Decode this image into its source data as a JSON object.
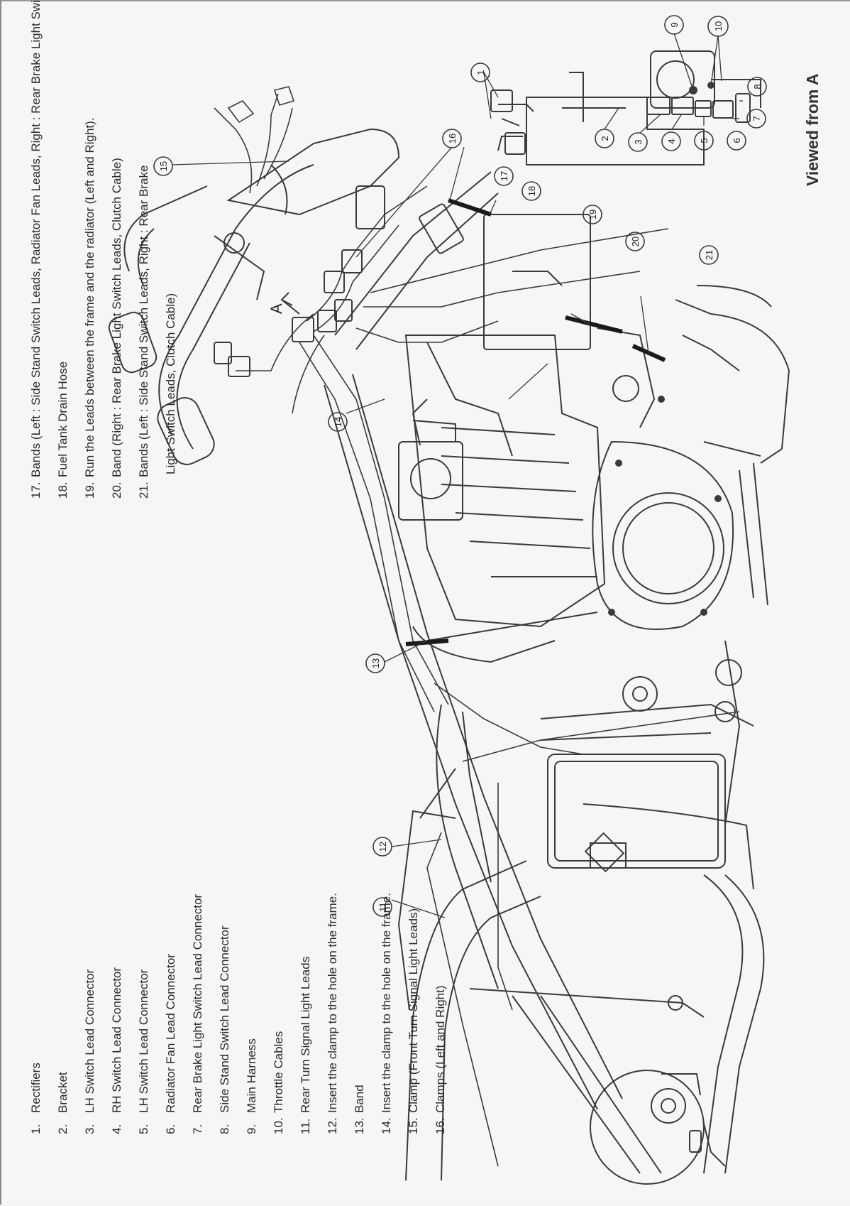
{
  "legend": [
    {
      "num": "1.",
      "text": "Rectifiers"
    },
    {
      "num": "2.",
      "text": "Bracket"
    },
    {
      "num": "3.",
      "text": "LH Switch Lead Connector"
    },
    {
      "num": "4.",
      "text": "RH Switch Lead Connector"
    },
    {
      "num": "5.",
      "text": "LH Switch Lead Connector"
    },
    {
      "num": "6.",
      "text": "Radiator Fan Lead Connector"
    },
    {
      "num": "7.",
      "text": "Rear Brake Light Switch Lead Connector"
    },
    {
      "num": "8.",
      "text": "Side Stand Switch Lead Connector"
    },
    {
      "num": "9.",
      "text": "Main Harness"
    },
    {
      "num": "10.",
      "text": "Throttle Cables"
    },
    {
      "num": "11.",
      "text": "Rear Turn Signal Light Leads"
    },
    {
      "num": "12.",
      "text": "Insert the clamp to the hole on the frame."
    },
    {
      "num": "13.",
      "text": "Band"
    },
    {
      "num": "14.",
      "text": "Insert the clamp to the hole on the frame."
    },
    {
      "num": "15.",
      "text": "Clamp (Front Turn Signal Light Leads)"
    },
    {
      "num": "16.",
      "text": "Clamps (Left and Right)"
    },
    {
      "num": "17.",
      "text": "Bands (Left : Side Stand Switch Leads, Radiator Fan Leads, Right : Rear Brake Light Switch Leads)"
    },
    {
      "num": "18.",
      "text": "Fuel Tank Drain Hose"
    },
    {
      "num": "19.",
      "text": "Run the Leads between the frame and the radiator (Left and Right)."
    },
    {
      "num": "20.",
      "text": "Band (Right : Rear Brake Light Switch Leads, Clutch Cable)"
    },
    {
      "num": "21.",
      "text": "Bands (Left : Side Stand Switch Leads, Right : Rear Brake"
    },
    {
      "num": "",
      "text": "Light Switch Leads, Clutch Cable)"
    }
  ],
  "view_label": "Viewed from A",
  "view_marker": "A",
  "callouts": [
    "1",
    "2",
    "3",
    "4",
    "5",
    "6",
    "7",
    "8",
    "9",
    "10",
    "11",
    "12",
    "13",
    "14",
    "15",
    "16",
    "17",
    "18",
    "19",
    "20",
    "21"
  ]
}
